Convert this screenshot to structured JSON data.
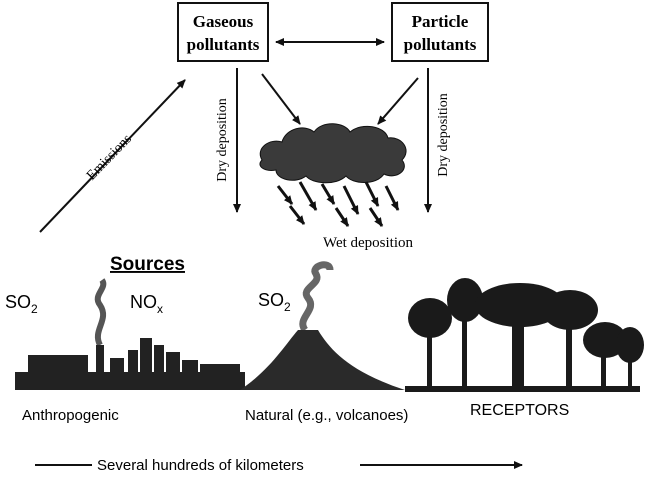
{
  "boxes": {
    "gaseous_line1": "Gaseous",
    "gaseous_line2": "pollutants",
    "particle_line1": "Particle",
    "particle_line2": "pollutants"
  },
  "arrows": {
    "emissions": "Emissions",
    "dry_deposition_left": "Dry deposition",
    "dry_deposition_right": "Dry deposition",
    "wet_deposition": "Wet deposition"
  },
  "sources": {
    "heading": "Sources",
    "so2_left": "SO",
    "so2_left_sub": "2",
    "nox": "NO",
    "nox_sub": "x",
    "so2_volcano": "SO",
    "so2_volcano_sub": "2",
    "anthropogenic": "Anthropogenic",
    "natural": "Natural (e.g., volcanoes)",
    "receptors": "RECEPTORS"
  },
  "scale": {
    "label": "Several hundreds of kilometers"
  }
}
